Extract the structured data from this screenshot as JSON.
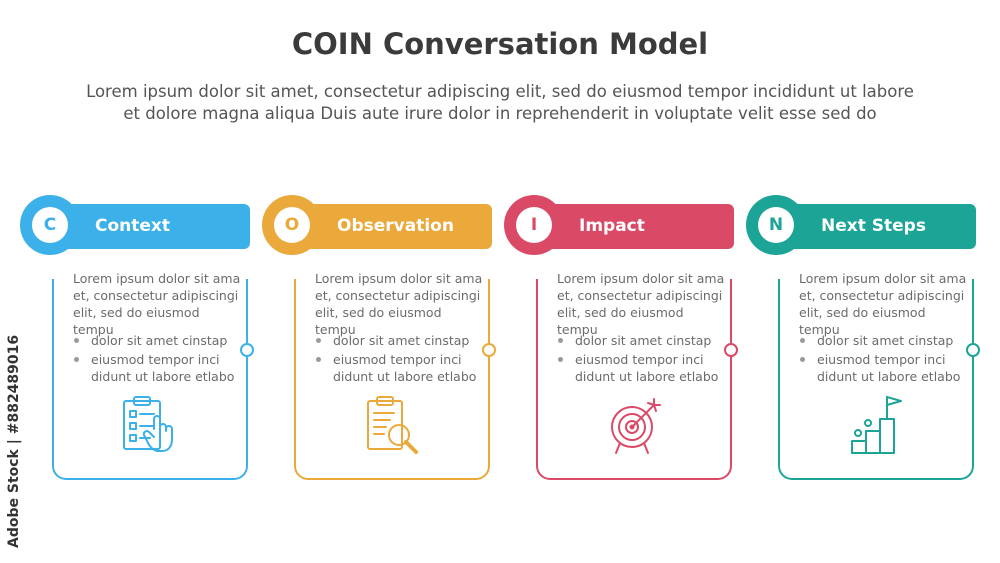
{
  "title": "COIN Conversation Model",
  "subtitle_line1": "Lorem ipsum dolor sit amet, consectetur adipiscing elit, sed do eiusmod tempor incididunt ut labore",
  "subtitle_line2": "et dolore magna aliqua Duis aute irure dolor in reprehenderit in voluptate velit esse sed do",
  "watermark": "Adobe Stock | #882489016",
  "steps": [
    {
      "letter": "C",
      "label": "Context",
      "color": "#3cb0e8",
      "icon": "clipboard-hand-icon",
      "para": "Lorem ipsum dolor sit ama et, consectetur adipiscingi elit, sed do eiusmod tempu",
      "bullets": [
        "dolor sit amet cinstap",
        "eiusmod tempor inci didunt ut labore etlabo"
      ]
    },
    {
      "letter": "O",
      "label": "Observation",
      "color": "#eaa93a",
      "icon": "clipboard-magnifier-icon",
      "para": "Lorem ipsum dolor sit ama et, consectetur adipiscingi elit, sed do eiusmod tempu",
      "bullets": [
        "dolor sit amet cinstap",
        "eiusmod tempor inci didunt ut labore etlabo"
      ]
    },
    {
      "letter": "I",
      "label": "Impact",
      "color": "#da4a67",
      "icon": "target-arrow-icon",
      "para": "Lorem ipsum dolor sit ama et, consectetur adipiscingi elit, sed do eiusmod tempu",
      "bullets": [
        "dolor sit amet cinstap",
        "eiusmod tempor inci didunt ut labore etlabo"
      ]
    },
    {
      "letter": "N",
      "label": "Next Steps",
      "color": "#1ca596",
      "icon": "stairs-flag-icon",
      "para": "Lorem ipsum dolor sit ama et, consectetur adipiscingi elit, sed do eiusmod tempu",
      "bullets": [
        "dolor sit amet cinstap",
        "eiusmod tempor inci didunt ut labore etlabo"
      ]
    }
  ]
}
